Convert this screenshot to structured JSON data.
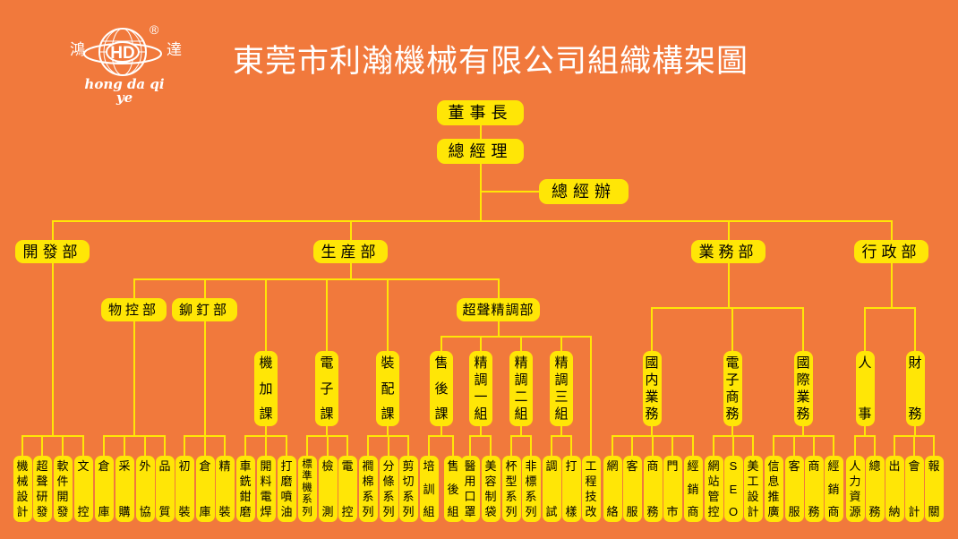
{
  "title": "東莞市利瀚機械有限公司組織構架圖",
  "logo": {
    "left_char": "鴻",
    "right_char": "達",
    "monogram": "HD",
    "registered_mark": "®",
    "tagline": "hong da qi ye"
  },
  "colors": {
    "background": "#F1793C",
    "box_fill": "#FFE606",
    "connector_line": "#FFE606",
    "box_text": "#000000",
    "title_text": "#FFFFFF"
  },
  "org": {
    "chairman": "董事長",
    "general_manager": "總經理",
    "gm_office": "總經辦",
    "departments": [
      "開發部",
      "生産部",
      "業務部",
      "行政部"
    ],
    "sub_departments": [
      "物控部",
      "鉚釘部",
      "超聲精調部"
    ],
    "sections": [
      "機加課",
      "電子課",
      "裝配課",
      "售後課",
      "精調一組",
      "精調二組",
      "精調三組",
      "國内業務",
      "電子商務",
      "國際業務",
      "人事",
      "財務"
    ],
    "teams": [
      {
        "parent": "開發部",
        "items": [
          "機械設計",
          "超聲研發",
          "軟件開發",
          "文控"
        ]
      },
      {
        "parent": "物控部",
        "items": [
          "倉庫",
          "采購",
          "外協",
          "品質"
        ]
      },
      {
        "parent": "鉚釘部",
        "items": [
          "初裝",
          "倉庫",
          "精裝"
        ]
      },
      {
        "parent": "機加課",
        "items": [
          "車銑鉗磨",
          "開料電焊",
          "打磨噴油"
        ]
      },
      {
        "parent": "電子課",
        "items": [
          "標準機系列",
          "檢測",
          "電控"
        ]
      },
      {
        "parent": "裝配課",
        "items": [
          "襇棉系列",
          "分條系列",
          "剪切系列"
        ]
      },
      {
        "parent": "售後課",
        "items": [
          "培訓組",
          "售後組"
        ]
      },
      {
        "parent": "精調一組",
        "items": [
          "醫用口罩",
          "美容制袋"
        ]
      },
      {
        "parent": "精調二組",
        "items": [
          "杯型系列",
          "非標系列"
        ]
      },
      {
        "parent": "精調三組",
        "items": [
          "調試",
          "打樣"
        ]
      },
      {
        "parent": "超聲精調部",
        "items": [
          "工程技改"
        ]
      },
      {
        "parent": "國内業務",
        "items": [
          "網絡",
          "客服",
          "商務",
          "門市",
          "經銷商"
        ]
      },
      {
        "parent": "電子商務",
        "items": [
          "網站管控",
          "SEO",
          "美工設計"
        ]
      },
      {
        "parent": "國際業務",
        "items": [
          "信息推廣",
          "客服",
          "商務",
          "經銷商"
        ]
      },
      {
        "parent": "人事",
        "items": [
          "人力資源",
          "總務"
        ]
      },
      {
        "parent": "財務",
        "items": [
          "出納",
          "會計",
          "報關"
        ]
      }
    ]
  }
}
